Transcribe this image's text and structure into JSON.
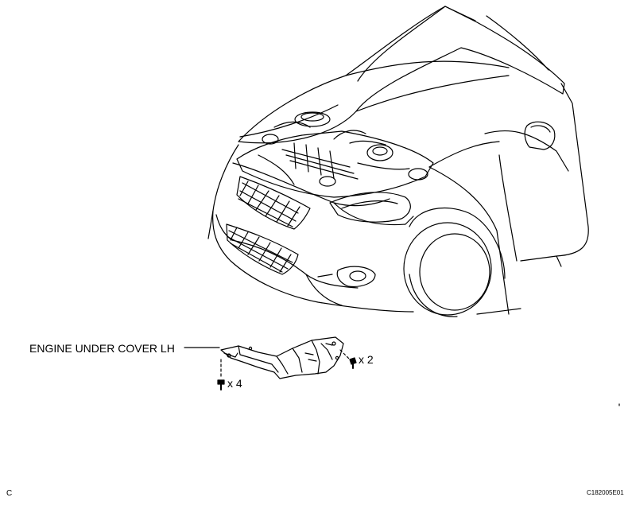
{
  "labels": {
    "part_name": "ENGINE UNDER COVER LH",
    "bolt_qty_upper": "x 2",
    "bolt_qty_lower": "x 4",
    "corner_code": "C",
    "figure_id": "C182005E01"
  },
  "colors": {
    "line": "#000000",
    "background": "#ffffff"
  }
}
